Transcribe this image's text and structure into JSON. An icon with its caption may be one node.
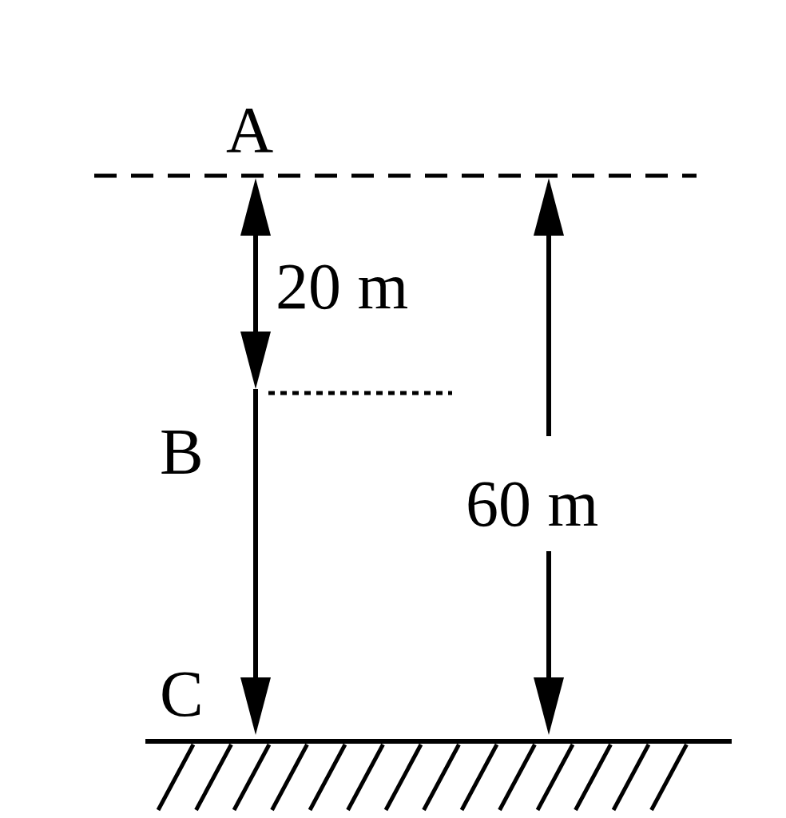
{
  "diagram": {
    "labels": [
      "A",
      "20 m",
      "B",
      "60 m",
      "C"
    ]
  }
}
